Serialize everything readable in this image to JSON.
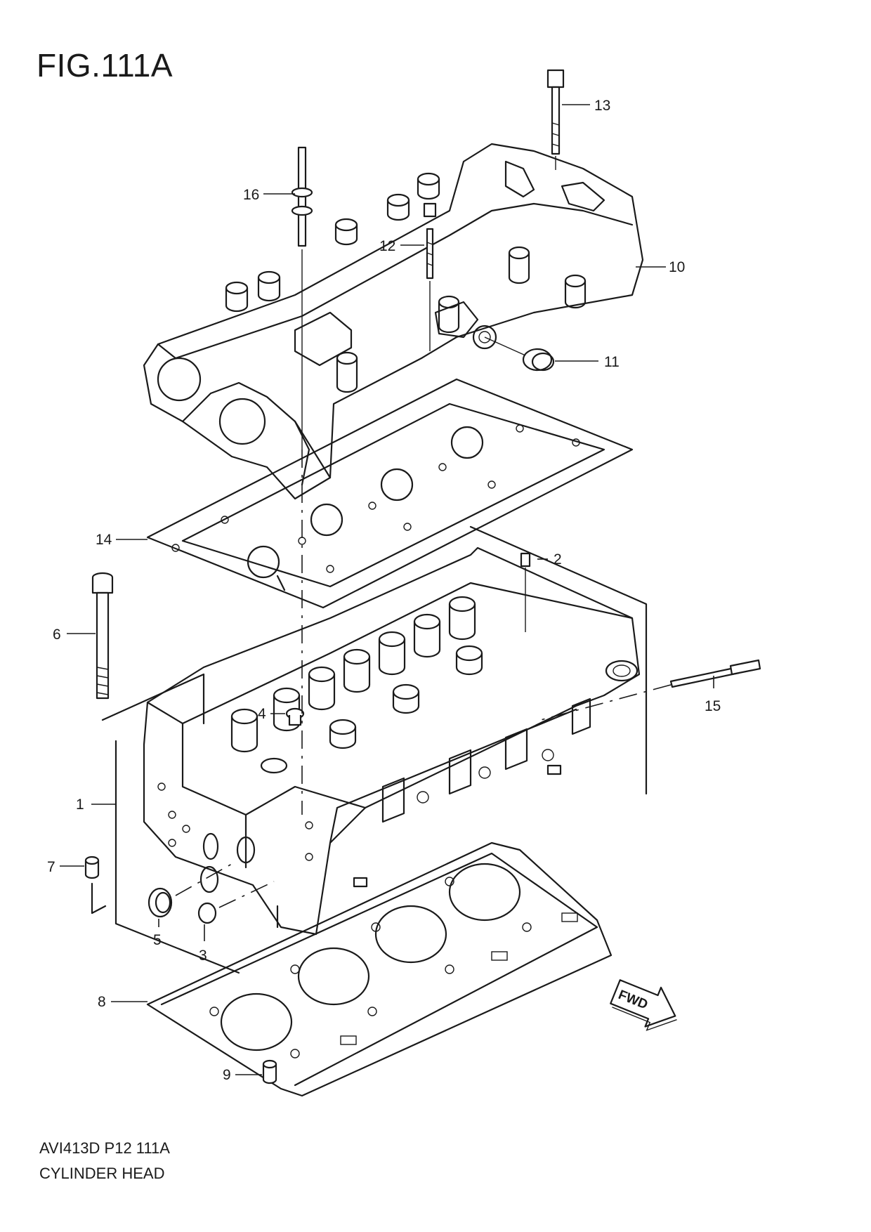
{
  "figure": {
    "title": "FIG.111A",
    "code": "AVI413D P12 111A",
    "name": "CYLINDER HEAD"
  },
  "direction_marker": {
    "label": "FWD"
  },
  "callouts": [
    {
      "id": "c1",
      "num": "1"
    },
    {
      "id": "c2",
      "num": "2"
    },
    {
      "id": "c3",
      "num": "3"
    },
    {
      "id": "c4",
      "num": "4"
    },
    {
      "id": "c5",
      "num": "5"
    },
    {
      "id": "c6",
      "num": "6"
    },
    {
      "id": "c7",
      "num": "7"
    },
    {
      "id": "c8",
      "num": "8"
    },
    {
      "id": "c9",
      "num": "9"
    },
    {
      "id": "c10",
      "num": "10"
    },
    {
      "id": "c11",
      "num": "11"
    },
    {
      "id": "c12",
      "num": "12"
    },
    {
      "id": "c13",
      "num": "13"
    },
    {
      "id": "c14",
      "num": "14"
    },
    {
      "id": "c15",
      "num": "15"
    },
    {
      "id": "c16",
      "num": "16"
    }
  ]
}
